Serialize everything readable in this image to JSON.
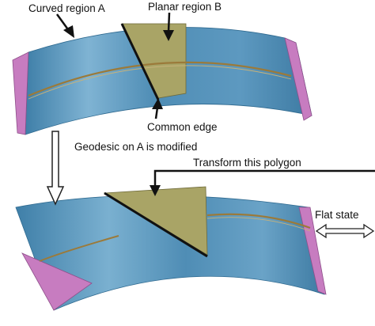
{
  "labels": {
    "curved_region_a": "Curved region A",
    "planar_region_b": "Planar region B",
    "common_edge": "Common edge",
    "geodesic_modified": "Geodesic on A is modified",
    "transform_polygon": "Transform  this polygon",
    "flat_state": "Flat state"
  },
  "colors": {
    "curved_surface": "#4f8db5",
    "planar_region": "#a9a466",
    "edge_strip": "#c77cc0",
    "geodesic_line": "#9b7a3a",
    "common_edge_line": "#111111"
  }
}
